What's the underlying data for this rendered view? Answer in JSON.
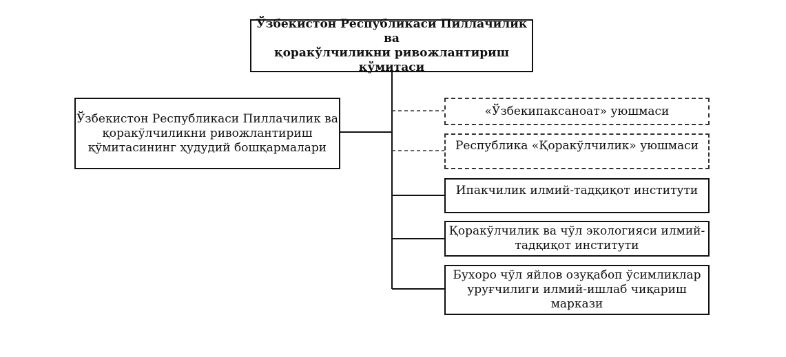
{
  "diagram": {
    "top": {
      "text": "Ўзбекистон Республикаси Пиллачилик ва\nқоракўлчиликни ривожлантириш\nқўмитаси"
    },
    "left": {
      "text": "Ўзбекистон Республикаси Пиллачилик ва\nқоракўлчиликни ривожлантириш\nқўмитасининг ҳудудий бошқармалари"
    },
    "right": [
      {
        "text": "«Ўзбекипаксаноат» уюшмаси",
        "style": "dashed"
      },
      {
        "text": "Республика «Қоракўлчилик» уюшмаси",
        "style": "dashed"
      },
      {
        "text": "Ипакчилик илмий-тадқиқот институти",
        "style": "solid"
      },
      {
        "text": "Қоракўлчилик ва чўл экологияси илмий-\nтадқиқот институти",
        "style": "solid"
      },
      {
        "text": "Бухоро чўл яйлов озуқабоп ўсимликлар\nуруғчилиги илмий-ишлаб чиқариш\nмаркази",
        "style": "solid"
      }
    ]
  }
}
